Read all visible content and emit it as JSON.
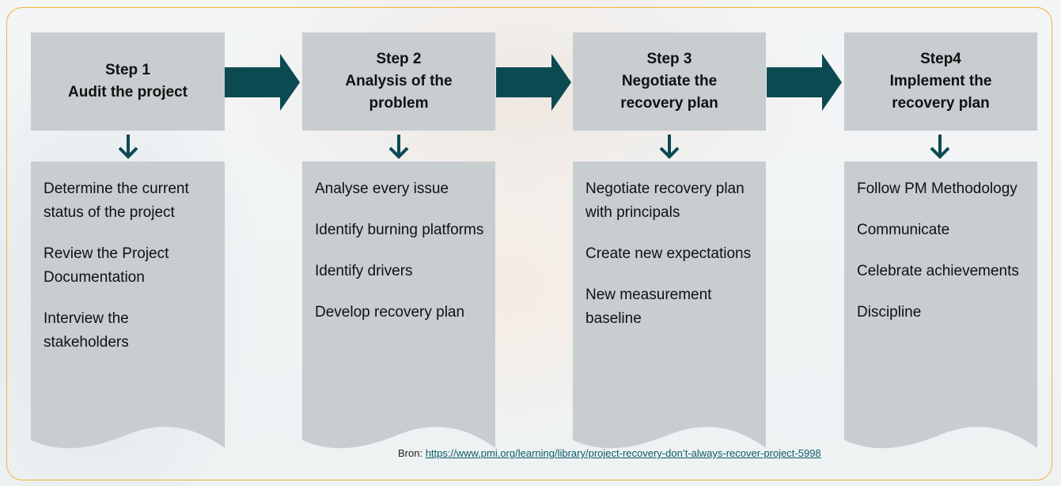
{
  "steps": [
    {
      "title": "Step 1\nAudit the project",
      "items": [
        "Determine the current status of the project",
        "Review the Project Documentation",
        "Interview the stakeholders"
      ]
    },
    {
      "title": "Step 2\nAnalysis of the\nproblem",
      "items": [
        "Analyse every issue",
        "Identify burning platforms",
        "Identify drivers",
        "Develop recovery plan"
      ]
    },
    {
      "title": "Step 3\nNegotiate the\nrecovery plan",
      "items": [
        "Negotiate recovery plan with principals",
        "Create new expectations",
        "New measurement baseline"
      ]
    },
    {
      "title": "Step4\nImplement the\nrecovery plan",
      "items": [
        "Follow PM Methodology",
        "Communicate",
        "Celebrate achievements",
        "Discipline"
      ]
    }
  ],
  "source": {
    "label": "Bron: ",
    "link_text": "https://www.pmi.org/learning/library/project-recovery-don’t-always-recover-project-5998"
  },
  "colors": {
    "arrow": "#0c4a52",
    "box": "#c8cdd0",
    "frame_border": "#f2b233"
  }
}
